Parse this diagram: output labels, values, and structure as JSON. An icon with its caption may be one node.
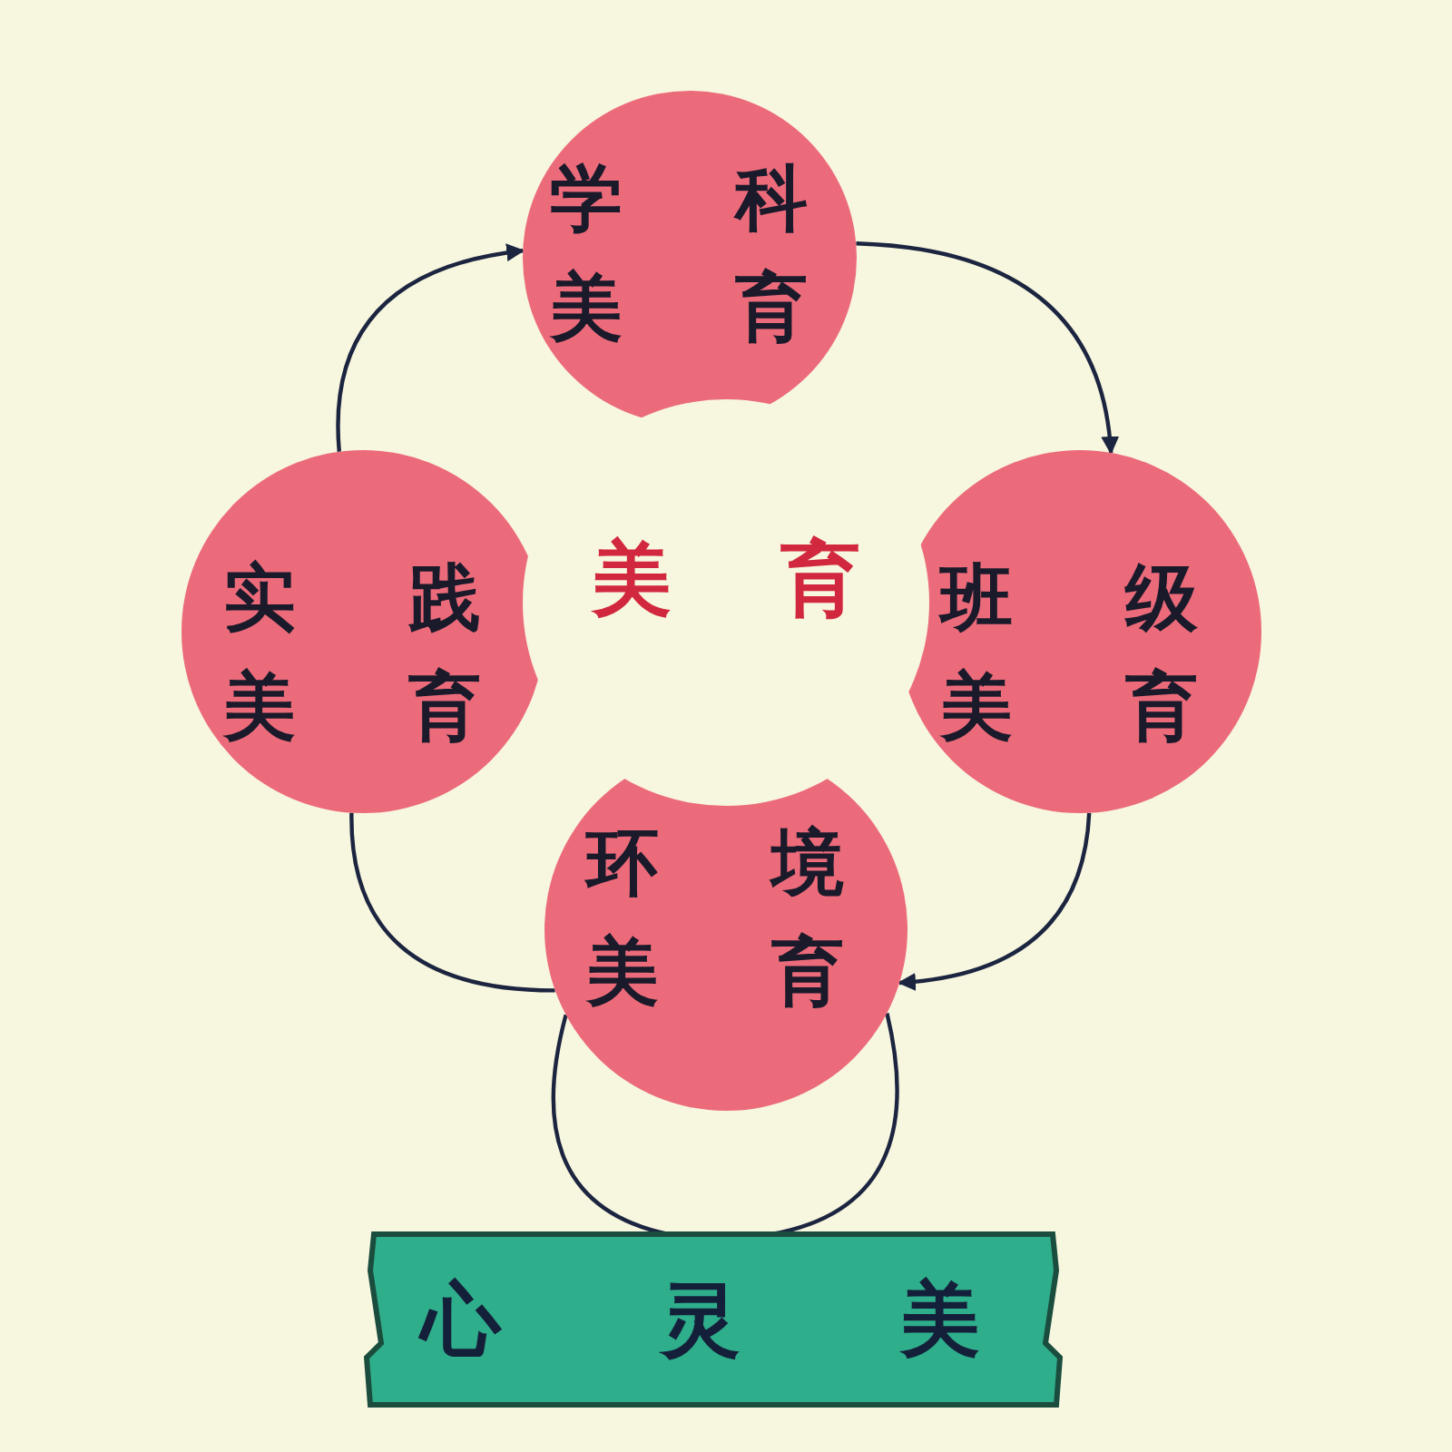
{
  "diagram": {
    "nodes": [
      {
        "text": [
          "学科美育"
        ]
      },
      {
        "text": [
          "实践美育"
        ]
      },
      {
        "text": [
          "班级美育"
        ]
      },
      {
        "text": [
          "环境美育"
        ]
      },
      {
        "text": [
          "心灵美"
        ]
      }
    ],
    "edges": [
      {
        "from": 1,
        "to": 0,
        "arrow": "to"
      },
      {
        "from": 0,
        "to": 2,
        "arrow": "to"
      },
      {
        "from": 2,
        "to": 3,
        "arrow": "to"
      },
      {
        "from": 1,
        "to": 3,
        "arrow": "none"
      },
      {
        "from": 3,
        "to": 4,
        "arrow": "none"
      },
      {
        "from": 3,
        "to": 4,
        "arrow": "none"
      }
    ],
    "labels": [
      "美育"
    ]
  }
}
